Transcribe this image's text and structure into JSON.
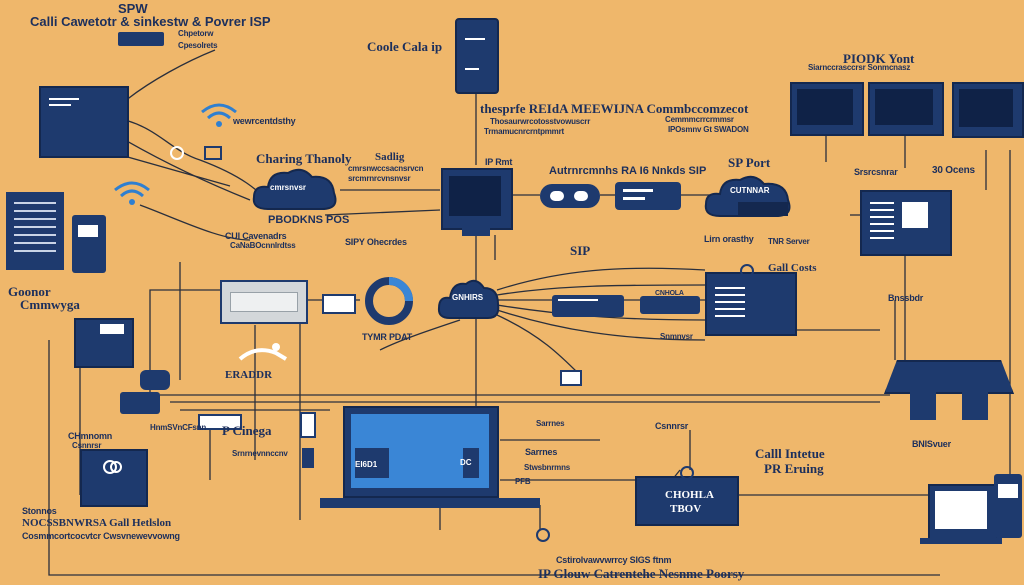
{
  "title": {
    "top_left": "SPW",
    "top_left_sub": "Calli Cawetotr & sinkestw & Povrer ISP",
    "top_left_sub2": "Chpetorw",
    "top_left_sub3": "Cpesolrets"
  },
  "labels": {
    "coole_calls_ip": "Coole Cala ip",
    "piodk_yont": "PIODK Yont",
    "piodk_sub": "Siarnccrasccrsr Sonmcnasz",
    "wifi_caption": "wewrcentdsthy",
    "cloud_left_name": "Charing Thanoly",
    "cloud_left_side": "Sadlig",
    "cloud_left_small": "cmrsnwccsacnsrvcn",
    "cloud_left_small2": "srcmrnrcvnsnvsr",
    "cloud_left_inner": "cmrsnvsr",
    "pbodkns_pos": "PBODKNS POS",
    "center_header": "thesprfe REIdA MEEWIJNA Commbccomzecot",
    "center_header_sub": "Thosaurwrcotosstvowuscrr",
    "center_header_sub2": "Trmamucnrcrntpmmrt",
    "sip_codes": "Autrnrcmnhs RA I6 Nnkds SIP",
    "ip_rmt": "IP Rmt",
    "right_cluster_header": "Cemmmcrrcrmmsr",
    "right_cluster_sub": "IPOsmnv Gt SWADON",
    "sp_port": "SP Port",
    "cloud_right_inner": "CUTNNAR",
    "cloud_right_small": "Srsrcsnrar",
    "cloud_right_small2": "30 Ocens",
    "sip": "SIP",
    "lirn_caption": "Lirn orasthy",
    "gall_costs": "Gall Costs",
    "tnr_server": "Bnssbdr",
    "cll_cavenadrs": "CUl Cavenadrs",
    "cll_sub": "CaNaBOcnnlrdtss",
    "sipy": "SIPY Ohecrdes",
    "gooner": "Goonor",
    "cmmtyga": "Cmmwyga",
    "cloud_mid_inner": "GNHIRS",
    "cloud_mid_small": "Snmnvsr",
    "ip_beyond": "ERADDR",
    "tymr_pdat": "TYMR PDAT",
    "ip_chiesa": "P Cinega",
    "ip_chiesa_sub": "HnmSVnCFsnn",
    "eris_sub": "Srnrnevnnccnv",
    "chmomn": "CHmnomn",
    "caller_rnn": "Csnnrsr",
    "call_intake": "Calll Intetue",
    "pr_eruing": "PR Eruing",
    "bnis": "BNISvuer",
    "chohla": "CHOHLA",
    "tbov": "TBOV",
    "cntr_bottom_small": "Stwsbnrmns",
    "stations": "Stonnos",
    "ncs_cal": "NOCSSBNWRSA Gall Hetlslon",
    "ncs_sub": "Cosmmcortcocvtcr Cwsvnewevvowng",
    "bottom_center_small": "Cstirolvawvwrrcy SIGS ftnm",
    "bottom_center": "IP Glouw Catrentehe Nesnme Poorsy",
    "monitor_center_a": "EI6D1",
    "monitor_center_b": "DC",
    "server_right_label": "Sarrnes",
    "cloud_mid_right_small": "CNHOLA",
    "tnr_server_caption": "TNR Server",
    "pfb": "PFB"
  },
  "colors": {
    "background": "#efb76b",
    "navy": "#1e3a6e",
    "dark_navy": "#14284f",
    "line": "#2a2f3c",
    "wifi_blue": "#2f7fd0",
    "screen_blue": "#3a86d6",
    "white": "#ffffff",
    "grey_device": "#cfd3d6"
  },
  "icons": [
    "wifi-icon",
    "cloud-icon",
    "monitor-icon",
    "server-tower-icon",
    "building-icon",
    "router-icon",
    "laptop-icon",
    "phone-icon",
    "person-icon",
    "ring-chart-icon"
  ]
}
